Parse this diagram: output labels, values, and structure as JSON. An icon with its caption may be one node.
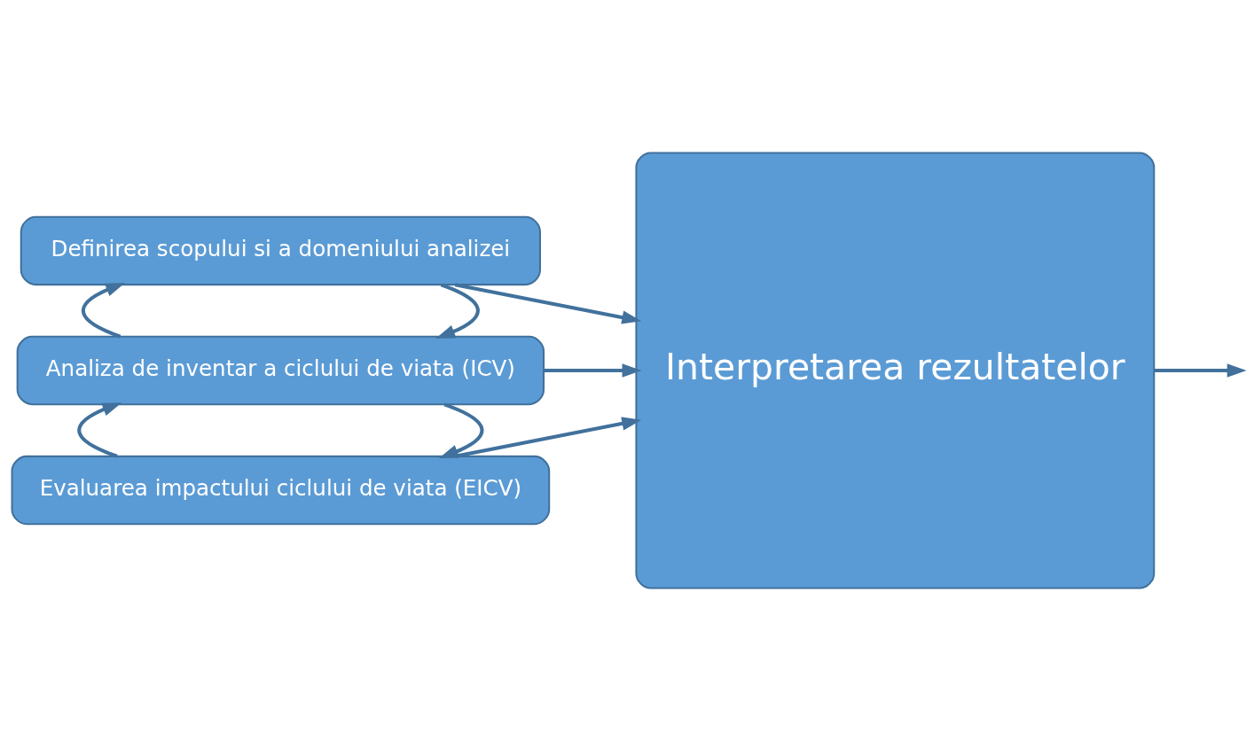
{
  "diagram": {
    "nodes": [
      {
        "text": [
          "Definirea scopului si a domeniului analizei"
        ]
      },
      {
        "text": [
          "Analiza de inventar a ciclului de viata (ICV)"
        ]
      },
      {
        "text": [
          "Evaluarea impactului ciclului de viata (EICV)"
        ]
      },
      {
        "text": [
          "Interpretarea rezultatelor"
        ]
      }
    ],
    "edges": [
      {
        "from": 0,
        "to": 1,
        "arrow": "to"
      },
      {
        "from": 1,
        "to": 0,
        "arrow": "to"
      },
      {
        "from": 1,
        "to": 2,
        "arrow": "to"
      },
      {
        "from": 2,
        "to": 1,
        "arrow": "to"
      },
      {
        "from": 0,
        "to": 3,
        "arrow": "to"
      },
      {
        "from": 1,
        "to": 3,
        "arrow": "to"
      },
      {
        "from": 2,
        "to": 3,
        "arrow": "to"
      },
      {
        "from": 3,
        "to": null,
        "arrow": "to"
      }
    ]
  }
}
